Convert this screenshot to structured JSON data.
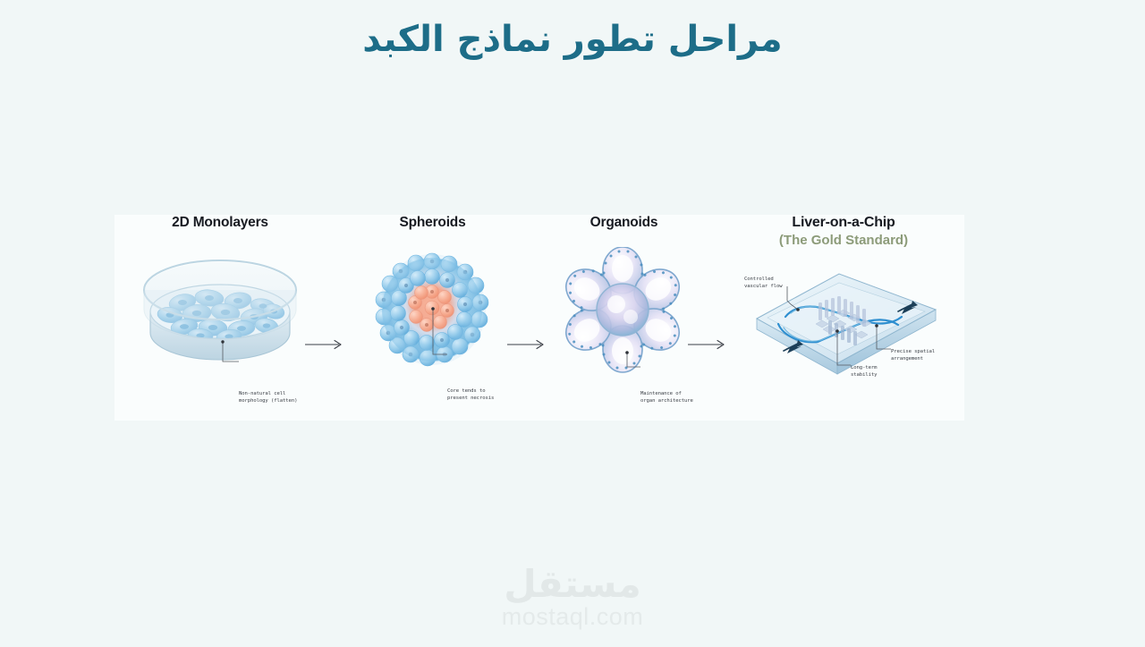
{
  "page": {
    "title": "مراحل تطور نماذج الكبد",
    "background_color": "#f1f7f7",
    "title_color": "#1d6d88"
  },
  "figure": {
    "accent_colors": {
      "cell_blue": "#7fc3e8",
      "deep_blue": "#2e86c1",
      "necrotic_core": "#f6a58c",
      "organoid_purple": "#b3a8d8",
      "gold_standard_green": "#8c9b79",
      "arrow_gray": "#3b3f46"
    },
    "stages": [
      {
        "id": "2d-monolayers",
        "title": "2D Monolayers",
        "subtitle": "",
        "callout": "Non-natural cell\nmorphology (flatten)"
      },
      {
        "id": "spheroids",
        "title": "Spheroids",
        "subtitle": "",
        "callout": "Core tends to\npresent necrosis"
      },
      {
        "id": "organoids",
        "title": "Organoids",
        "subtitle": "",
        "callout": "Maintenance of\norgan architecture"
      },
      {
        "id": "liver-on-a-chip",
        "title": "Liver-on-a-Chip",
        "subtitle": "(The Gold Standard)",
        "callout": "",
        "callouts": [
          "Controlled\nvascular flow",
          "Long-term\nstability",
          "Precise spatial\narrangement"
        ]
      }
    ],
    "arrows": [
      "arrow-right",
      "arrow-right",
      "arrow-right"
    ]
  },
  "watermark": {
    "logo_text": "مستقل",
    "domain_text": "mostaql.com"
  }
}
